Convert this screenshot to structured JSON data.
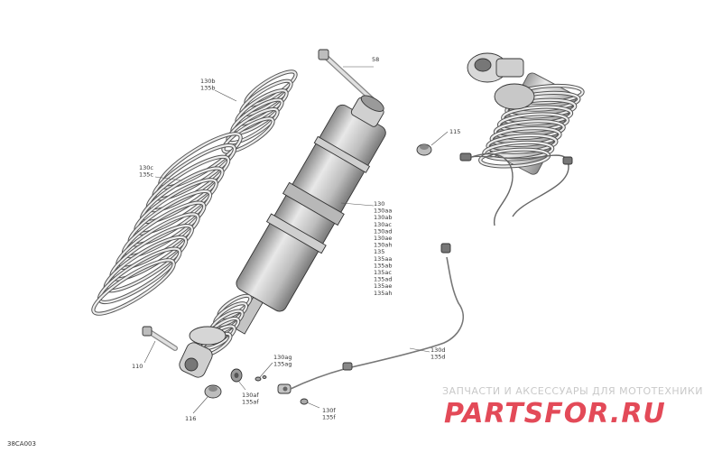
{
  "labels": {
    "bolt_top": "58",
    "nut_top": "115",
    "spring_top": [
      "130b",
      "135b"
    ],
    "spring_big": [
      "130c",
      "135c"
    ],
    "shock_body": [
      "130",
      "130aa",
      "130ab",
      "130ac",
      "130ad",
      "130ae",
      "130ah",
      "135",
      "135aa",
      "135ab",
      "135ac",
      "135ad",
      "135ae",
      "135ah"
    ],
    "bolt_bottom": "110",
    "nut_bottom": "116",
    "valve_lower": [
      "130af",
      "135af"
    ],
    "valve_mid": [
      "130ag",
      "135ag"
    ],
    "sensor_lower": [
      "130f",
      "135f"
    ],
    "harness": [
      "130d",
      "135d"
    ]
  },
  "reference": "38CA003",
  "watermark": {
    "tagline": "ЗАПЧАСТИ И АКСЕССУАРЫ ДЛЯ МОТОТЕХНИКИ",
    "logo_part1": "PARTS",
    "logo_part2": "FOR.RU",
    "color_red": "#e34a58",
    "color_gray": "#bfbfbf"
  }
}
